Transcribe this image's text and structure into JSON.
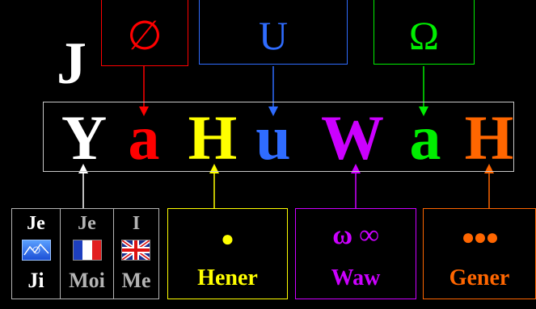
{
  "colors": {
    "red": "#ff0000",
    "blue": "#2f6cff",
    "green": "#00ee00",
    "white": "#ffffff",
    "yellow": "#ffff00",
    "purple": "#cc00ff",
    "orange": "#ff6600",
    "gray": "#b4b4b4"
  },
  "top_boxes": [
    {
      "symbol": "∅",
      "color": "red"
    },
    {
      "symbol": "U",
      "color": "blue"
    },
    {
      "symbol": "Ω",
      "color": "green"
    }
  ],
  "superscript": "J",
  "word_letters": [
    {
      "char": "Y",
      "color": "white"
    },
    {
      "char": "a",
      "color": "red"
    },
    {
      "char": "H",
      "color": "yellow"
    },
    {
      "char": "u",
      "color": "blue"
    },
    {
      "char": "W",
      "color": "purple"
    },
    {
      "char": "a",
      "color": "green"
    },
    {
      "char": "H",
      "color": "orange"
    }
  ],
  "pronoun_box": {
    "columns": [
      {
        "top": "Je",
        "bottom": "Ji",
        "icon": "monitor-icon"
      },
      {
        "top": "Je",
        "bottom": "Moi",
        "icon": "french-flag-icon"
      },
      {
        "top": "I",
        "bottom": "Me",
        "icon": "uk-flag-icon"
      }
    ]
  },
  "bottom_boxes": [
    {
      "label": "Hener",
      "symbol": "●",
      "color": "yellow"
    },
    {
      "label": "Waw",
      "symbol": "ω ∞",
      "color": "purple"
    },
    {
      "label": "Gener",
      "symbol": "●●●",
      "color": "orange"
    }
  ]
}
